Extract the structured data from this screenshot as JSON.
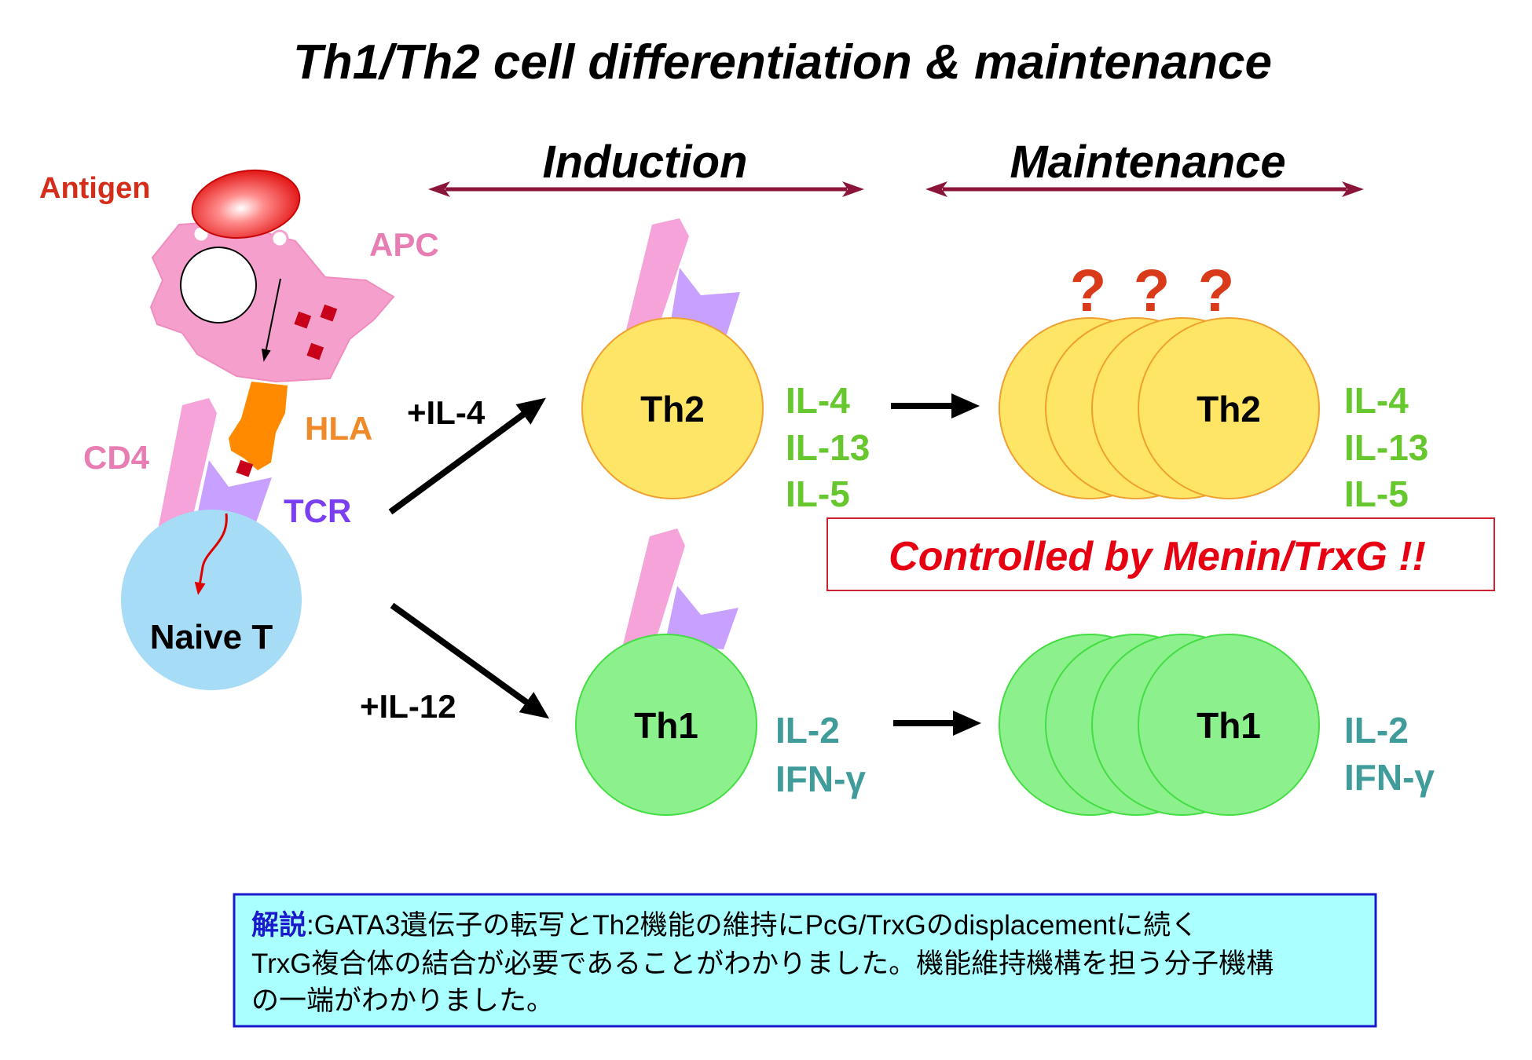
{
  "title": "Th1/Th2 cell differentiation & maintenance",
  "phases": {
    "induction": "Induction",
    "maintenance": "Maintenance"
  },
  "apc_labels": {
    "antigen": "Antigen",
    "apc": "APC",
    "hla": "HLA",
    "cd4": "CD4",
    "tcr": "TCR"
  },
  "naive_t": "Naive T",
  "stimuli": {
    "il4": "+IL-4",
    "il12": "+IL-12"
  },
  "th2": {
    "name": "Th2",
    "cytokines": [
      "IL-4",
      "IL-13",
      "IL-5"
    ]
  },
  "th1": {
    "name": "Th1",
    "cytokines": [
      "IL-2",
      "IFN-γ"
    ]
  },
  "question_marks": [
    "?",
    "?",
    "?"
  ],
  "callout": "Controlled by Menin/TrxG !!",
  "note": {
    "label": "解説",
    "lines": [
      ":GATA3遺伝子の転写とTh2機能の維持にPcG/TrxGのdisplacementに続く",
      "TrxG複合体の結合が必要であることがわかりました。機能維持機構を担う分子機構",
      "の一端がわかりました。"
    ]
  },
  "colors": {
    "phase_arrow": "#8b1538",
    "th2_fill": "#ffe566",
    "th1_fill": "#8cf08c",
    "naive_fill": "#a6dcf6",
    "apc_fill": "#f5a0cc",
    "th2_cytokine": "#66c72e",
    "th1_cytokine": "#3f9c9a",
    "callout": "#e60012",
    "note_bg": "#aaffff",
    "note_border": "#1a1acc"
  }
}
